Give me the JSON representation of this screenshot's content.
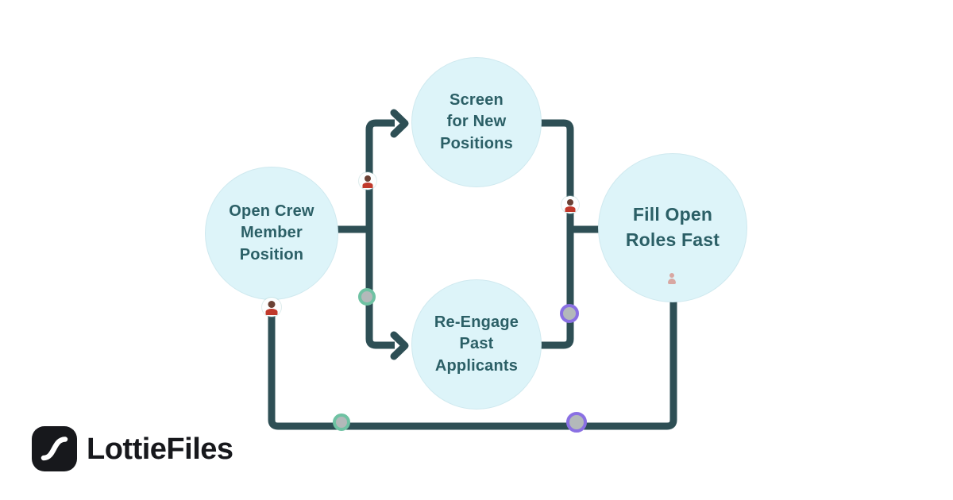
{
  "brand": {
    "name": "LottieFiles",
    "logo_icon": "lottie-s-curve"
  },
  "diagram": {
    "title_implicit": "hiring workflow",
    "nodes": [
      {
        "id": "open-position",
        "label": "Open Crew\nMember\nPosition"
      },
      {
        "id": "screen-new",
        "label": "Screen\nfor New\nPositions"
      },
      {
        "id": "reengage-past",
        "label": "Re-Engage\nPast\nApplicants"
      },
      {
        "id": "fill-roles",
        "label": "Fill Open\nRoles Fast"
      }
    ],
    "connectors": [
      {
        "from": "open-position",
        "to": "screen-new",
        "arrowhead": true
      },
      {
        "from": "open-position",
        "to": "reengage-past",
        "arrowhead": true
      },
      {
        "from": "screen-new",
        "to": "fill-roles",
        "arrowhead": false
      },
      {
        "from": "reengage-past",
        "to": "fill-roles",
        "arrowhead": false
      },
      {
        "from": "open-position",
        "to": "fill-roles",
        "arrowhead": false,
        "route": "bottom-loop"
      }
    ],
    "markers": [
      {
        "icon": "person-avatar-icon",
        "on": "open-position bottom edge"
      },
      {
        "icon": "person-avatar-icon",
        "on": "left branch vertical line"
      },
      {
        "icon": "person-avatar-icon",
        "on": "right merge vertical line"
      },
      {
        "icon": "green-candidate-dot",
        "on": "left branch vertical line"
      },
      {
        "icon": "purple-candidate-dot",
        "on": "right merge vertical line"
      },
      {
        "icon": "green-candidate-dot",
        "on": "bottom loop line"
      },
      {
        "icon": "purple-candidate-dot",
        "on": "bottom loop line"
      },
      {
        "icon": "faded-person-icon",
        "on": "fill-roles node bottom"
      }
    ]
  },
  "colors": {
    "line": "#2e4f55",
    "node_fill": "#ddf4f9",
    "node_border": "#cfe9ef",
    "node_text": "#2b5f66",
    "green": "#6fc2a3",
    "purple": "#8a70e3",
    "dot_fill": "#b3b9ba",
    "logo_black": "#17181c",
    "avatar_skin": "#6b4134",
    "avatar_shirt": "#c0392b",
    "faded_person": "#d89a94",
    "bg": "#ffffff"
  }
}
